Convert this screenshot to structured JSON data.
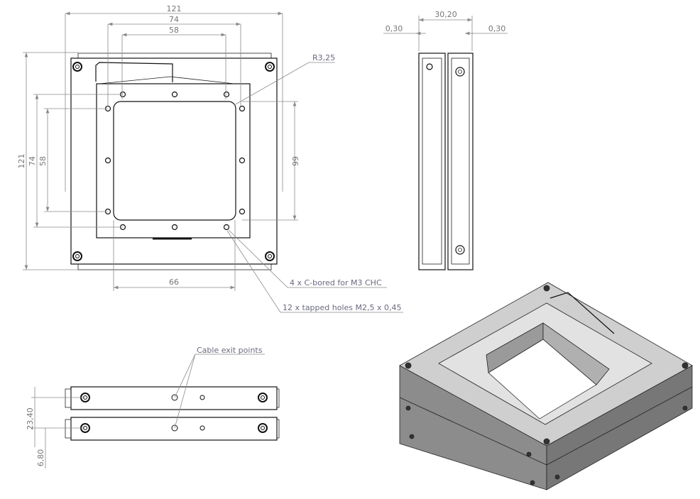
{
  "front_view": {
    "dims": {
      "overall_width": "121",
      "hole_span_width": "74",
      "window_width": "58",
      "overall_height": "121",
      "hole_span_height": "74",
      "window_height": "58",
      "right_66": "66",
      "bottom_66": "66"
    },
    "radius_label": "R3,25",
    "callout_cbore": "4 x C-bored for M3 CHC",
    "callout_tapped": "12 x tapped holes M2,5 x 0,45"
  },
  "side_view": {
    "dims": {
      "thickness": "30,20",
      "left_offset": "0,30",
      "right_offset": "0,30"
    }
  },
  "bottom_view": {
    "callout": "Cable exit points",
    "dims": {
      "height": "23,40",
      "offset": "6,80"
    }
  },
  "colors": {
    "dimension": "#8a8a8a",
    "outline": "#111111",
    "metal_top": "#cfcfcf",
    "metal_side": "#8c8c8c"
  }
}
